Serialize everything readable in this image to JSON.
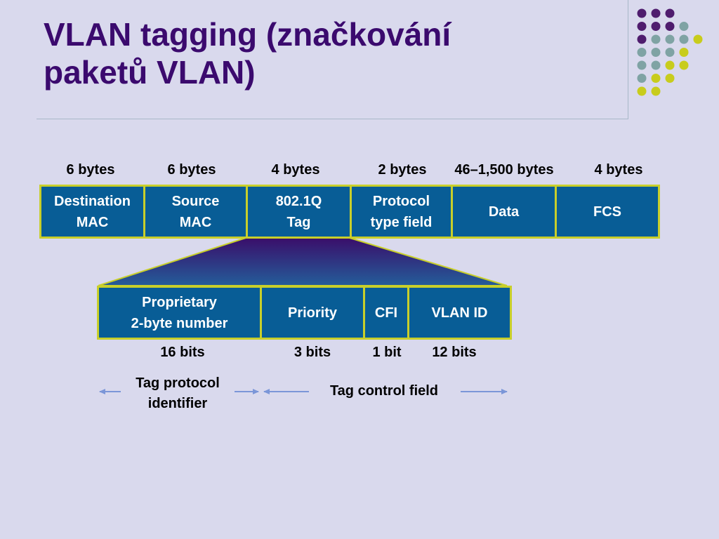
{
  "title": {
    "line1": "VLAN tagging (značkování",
    "line2": "paketů VLAN)"
  },
  "frame": {
    "sizes": [
      "6 bytes",
      "6 bytes",
      "4 bytes",
      "2 bytes",
      "46–1,500 bytes",
      "4 bytes"
    ],
    "fields": [
      {
        "line1": "Destination",
        "line2": "MAC"
      },
      {
        "line1": "Source",
        "line2": "MAC"
      },
      {
        "line1": "802.1Q",
        "line2": "Tag"
      },
      {
        "line1": "Protocol",
        "line2": "type field"
      },
      {
        "line1": "Data",
        "line2": ""
      },
      {
        "line1": "FCS",
        "line2": ""
      }
    ]
  },
  "tag": {
    "fields": [
      {
        "line1": "Proprietary",
        "line2": "2-byte number"
      },
      {
        "line1": "Priority",
        "line2": ""
      },
      {
        "line1": "CFI",
        "line2": ""
      },
      {
        "line1": "VLAN ID",
        "line2": ""
      }
    ],
    "sizes": [
      "16 bits",
      "3 bits",
      "1 bit",
      "12 bits"
    ]
  },
  "annotations": {
    "tpid": {
      "line1": "Tag protocol",
      "line2": "identifier"
    },
    "tcf": "Tag control field"
  },
  "colors": {
    "title": "#3b0a6e",
    "cell_fill": "#085d96",
    "cell_border": "#c8cf2a",
    "dot_purple": "#4f1c6e",
    "dot_gray": "#7fa3a4",
    "dot_yellow": "#c8cc1c",
    "arrow": "#7b96d8"
  }
}
